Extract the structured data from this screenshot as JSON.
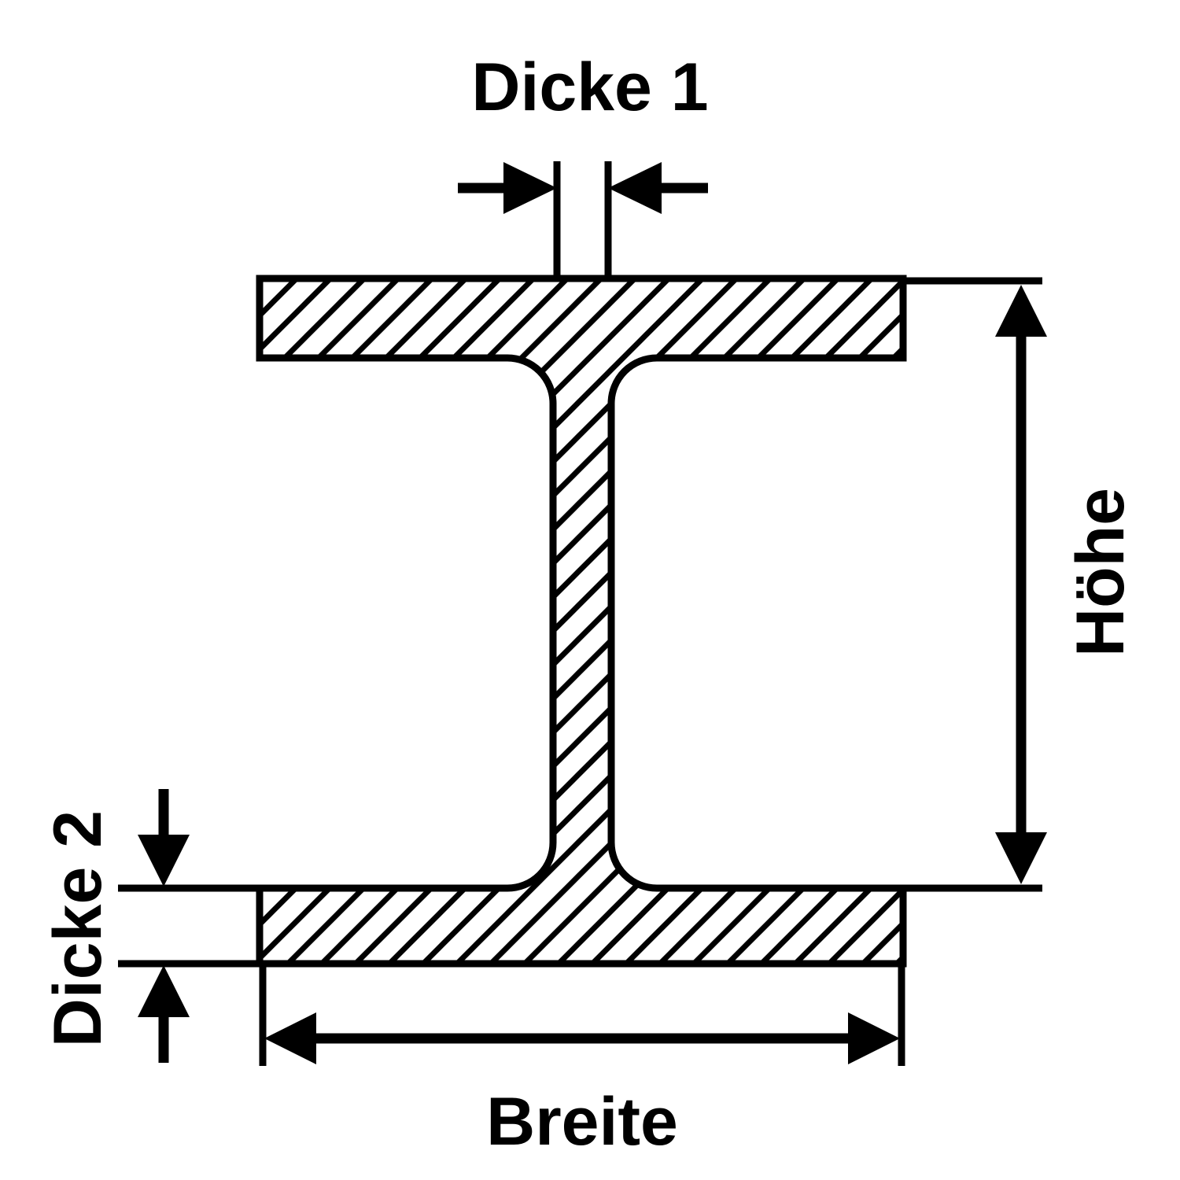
{
  "drawing": {
    "title": "I-beam cross-section dimension drawing",
    "stroke_color": "#000000",
    "background_color": "#ffffff",
    "hatch_angle_deg": 45
  },
  "dimensions": {
    "dicke1": {
      "label": "Dicke 1",
      "meaning": "web thickness",
      "arrow_style": "inward-pointing pair",
      "orientation": "horizontal"
    },
    "hoehe": {
      "label": "Höhe",
      "meaning": "overall height",
      "arrow_style": "double-headed",
      "orientation": "vertical"
    },
    "dicke2": {
      "label": "Dicke 2",
      "meaning": "flange thickness",
      "arrow_style": "inward-pointing pair",
      "orientation": "vertical"
    },
    "breite": {
      "label": "Breite",
      "meaning": "overall width",
      "arrow_style": "double-headed",
      "orientation": "horizontal"
    }
  }
}
